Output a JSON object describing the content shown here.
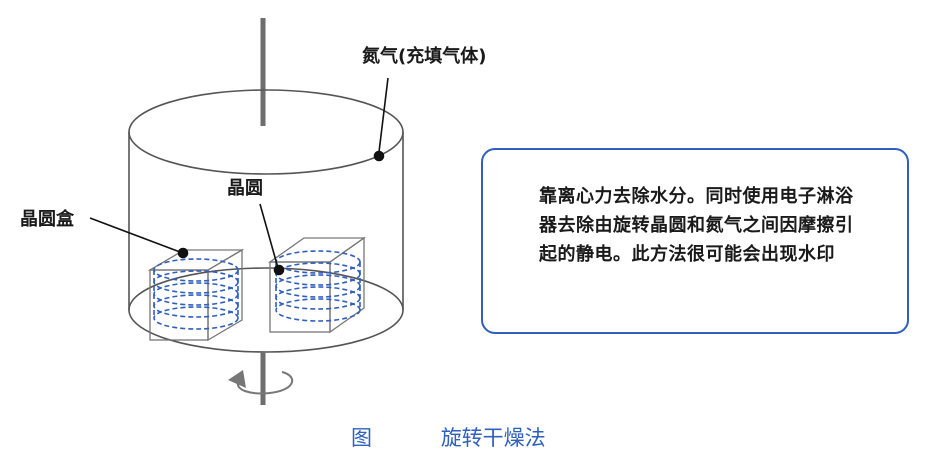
{
  "labels": {
    "nitrogen": "氮气(充填气体)",
    "wafer": "晶圆",
    "wafer_box": "晶圆盒"
  },
  "note": "靠离心力去除水分。同时使用电子淋浴器去除由旋转晶圆和氮气之间因摩擦引起的静电。此方法很可能会出现水印",
  "caption": {
    "prefix": "图",
    "title": "旋转干燥法"
  },
  "colors": {
    "accent": "#2f5fbf",
    "dashed": "#2f5fbf",
    "line": "#555555"
  }
}
